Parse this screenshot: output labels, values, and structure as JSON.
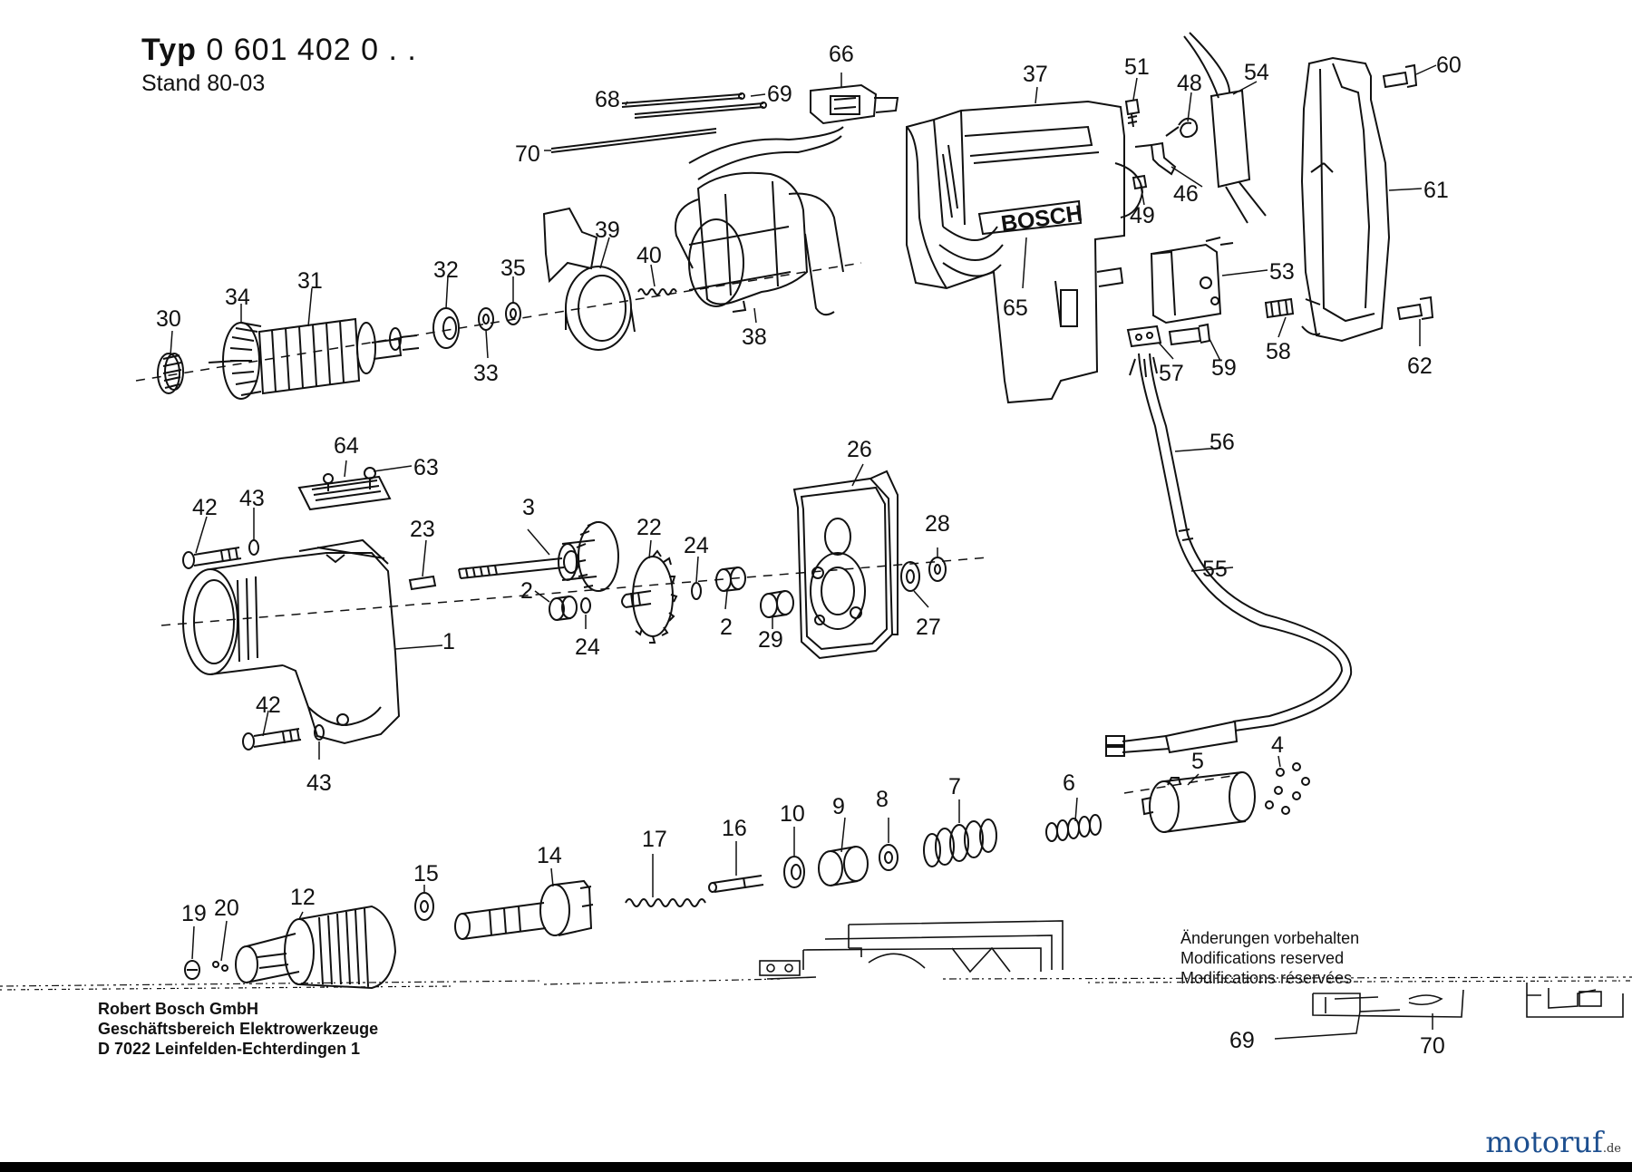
{
  "header": {
    "type_label": "Typ",
    "type_number": "0 601 402 0 . .",
    "stand": "Stand 80-03"
  },
  "footer": {
    "company": "Robert Bosch GmbH",
    "division": "Geschäftsbereich Elektrowerkzeuge",
    "address": "D 7022 Leinfelden-Echterdingen 1"
  },
  "notice": {
    "de": "Änderungen vorbehalten",
    "en": "Modifications reserved",
    "fr": "Modifications réservées"
  },
  "brand_mark": "BOSCH",
  "watermark": {
    "name": "motoruf",
    "tld": ".de"
  },
  "parts": [
    {
      "id": "p30",
      "n": "30"
    },
    {
      "id": "p34",
      "n": "34"
    },
    {
      "id": "p31",
      "n": "31"
    },
    {
      "id": "p32",
      "n": "32"
    },
    {
      "id": "p33",
      "n": "33"
    },
    {
      "id": "p35",
      "n": "35"
    },
    {
      "id": "p39",
      "n": "39"
    },
    {
      "id": "p40",
      "n": "40"
    },
    {
      "id": "p38",
      "n": "38"
    },
    {
      "id": "p68",
      "n": "68"
    },
    {
      "id": "p69",
      "n": "69"
    },
    {
      "id": "p70",
      "n": "70"
    },
    {
      "id": "p66",
      "n": "66"
    },
    {
      "id": "p37",
      "n": "37"
    },
    {
      "id": "p65",
      "n": "65"
    },
    {
      "id": "p51",
      "n": "51"
    },
    {
      "id": "p48",
      "n": "48"
    },
    {
      "id": "p54",
      "n": "54"
    },
    {
      "id": "p46",
      "n": "46"
    },
    {
      "id": "p49",
      "n": "49"
    },
    {
      "id": "p53",
      "n": "53"
    },
    {
      "id": "p58",
      "n": "58"
    },
    {
      "id": "p57",
      "n": "57"
    },
    {
      "id": "p59",
      "n": "59"
    },
    {
      "id": "p60",
      "n": "60"
    },
    {
      "id": "p61",
      "n": "61"
    },
    {
      "id": "p62",
      "n": "62"
    },
    {
      "id": "p64",
      "n": "64"
    },
    {
      "id": "p63",
      "n": "63"
    },
    {
      "id": "p42a",
      "n": "42"
    },
    {
      "id": "p43a",
      "n": "43"
    },
    {
      "id": "p23",
      "n": "23"
    },
    {
      "id": "p1",
      "n": "1"
    },
    {
      "id": "p42b",
      "n": "42"
    },
    {
      "id": "p43b",
      "n": "43"
    },
    {
      "id": "p3",
      "n": "3"
    },
    {
      "id": "p22",
      "n": "22"
    },
    {
      "id": "p24a",
      "n": "24"
    },
    {
      "id": "p2a",
      "n": "2"
    },
    {
      "id": "p24b",
      "n": "24"
    },
    {
      "id": "p2b",
      "n": "2"
    },
    {
      "id": "p29",
      "n": "29"
    },
    {
      "id": "p26",
      "n": "26"
    },
    {
      "id": "p28",
      "n": "28"
    },
    {
      "id": "p27",
      "n": "27"
    },
    {
      "id": "p56",
      "n": "56"
    },
    {
      "id": "p55",
      "n": "55"
    },
    {
      "id": "p4",
      "n": "4"
    },
    {
      "id": "p5",
      "n": "5"
    },
    {
      "id": "p6",
      "n": "6"
    },
    {
      "id": "p7",
      "n": "7"
    },
    {
      "id": "p8",
      "n": "8"
    },
    {
      "id": "p9",
      "n": "9"
    },
    {
      "id": "p10",
      "n": "10"
    },
    {
      "id": "p16",
      "n": "16"
    },
    {
      "id": "p17",
      "n": "17"
    },
    {
      "id": "p14",
      "n": "14"
    },
    {
      "id": "p15",
      "n": "15"
    },
    {
      "id": "p12",
      "n": "12"
    },
    {
      "id": "p19",
      "n": "19"
    },
    {
      "id": "p20",
      "n": "20"
    },
    {
      "id": "p69b",
      "n": "69"
    },
    {
      "id": "p70b",
      "n": "70"
    }
  ]
}
